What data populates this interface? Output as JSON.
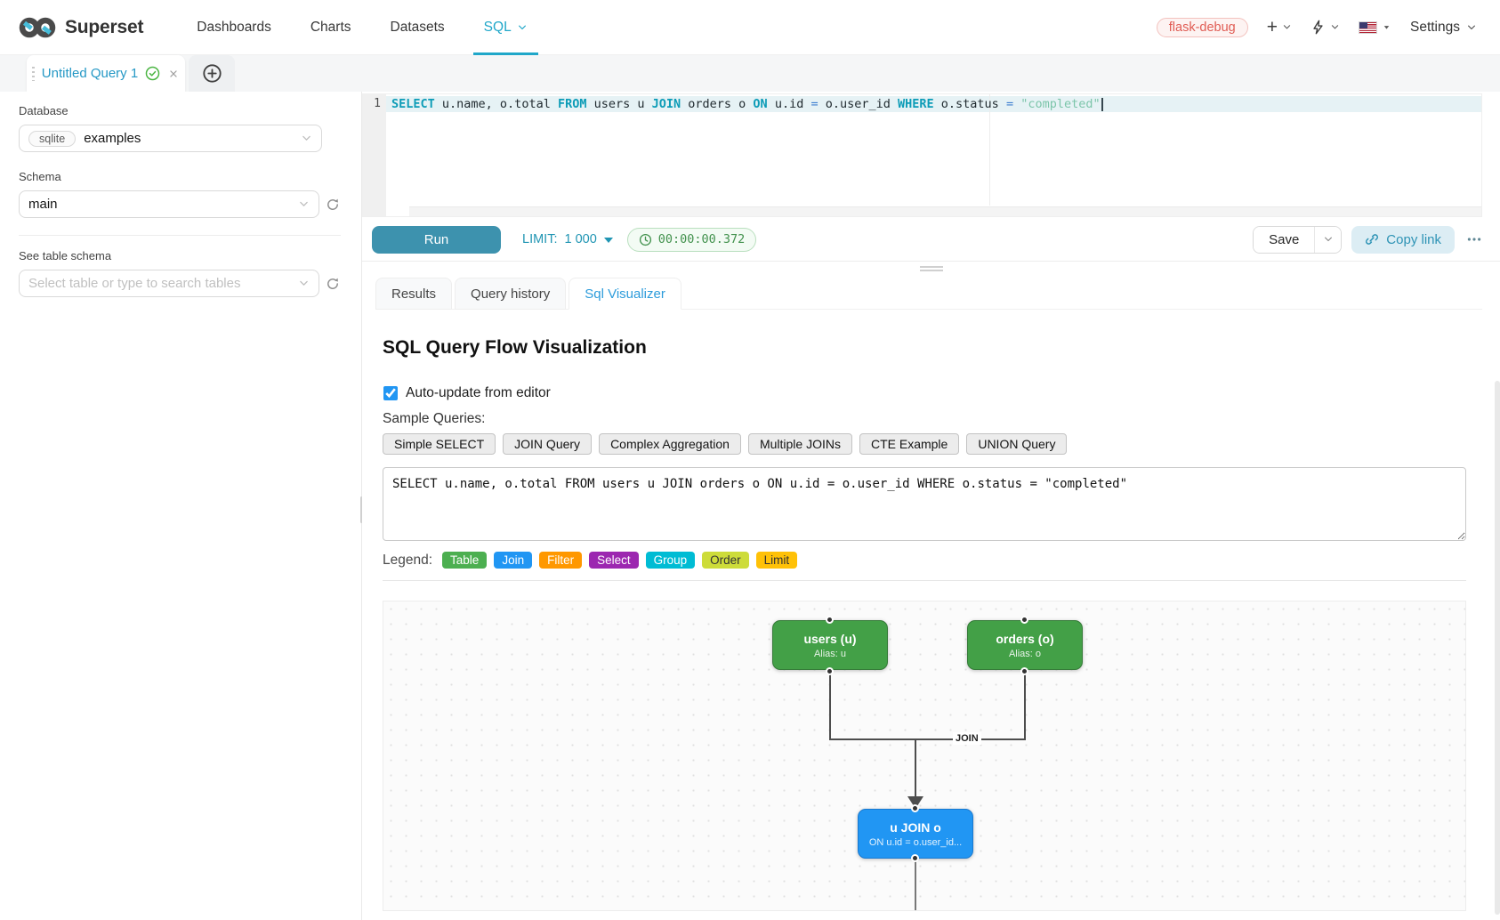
{
  "navbar": {
    "brand": "Superset",
    "items": [
      {
        "label": "Dashboards"
      },
      {
        "label": "Charts"
      },
      {
        "label": "Datasets"
      },
      {
        "label": "SQL",
        "active": true
      }
    ],
    "env_badge": "flask-debug",
    "settings_label": "Settings"
  },
  "query_tabs": {
    "title": "Untitled Query 1"
  },
  "sidebar": {
    "database_label": "Database",
    "database_engine_tag": "sqlite",
    "database_value": "examples",
    "schema_label": "Schema",
    "schema_value": "main",
    "table_section_label": "See table schema",
    "table_placeholder": "Select table or type to search tables"
  },
  "editor": {
    "line_number": "1",
    "tokens": [
      {
        "text": "SELECT",
        "class": "kw"
      },
      {
        "text": " u.name, o.total ",
        "class": "plain"
      },
      {
        "text": "FROM",
        "class": "kw"
      },
      {
        "text": " users u ",
        "class": "plain"
      },
      {
        "text": "JOIN",
        "class": "kw"
      },
      {
        "text": " orders o ",
        "class": "plain"
      },
      {
        "text": "ON",
        "class": "kw"
      },
      {
        "text": " u.id ",
        "class": "plain"
      },
      {
        "text": "=",
        "class": "op"
      },
      {
        "text": " o.user_id ",
        "class": "plain"
      },
      {
        "text": "WHERE",
        "class": "kw"
      },
      {
        "text": " o.status ",
        "class": "plain"
      },
      {
        "text": "=",
        "class": "op"
      },
      {
        "text": " ",
        "class": "plain"
      },
      {
        "text": "\"completed\"",
        "class": "str"
      }
    ]
  },
  "toolbar": {
    "run_label": "Run",
    "limit_label": "LIMIT:",
    "limit_value": "1 000",
    "timer_value": "00:00:00.372",
    "save_label": "Save",
    "copy_link_label": "Copy link"
  },
  "result_tabs": [
    {
      "label": "Results"
    },
    {
      "label": "Query history"
    },
    {
      "label": "Sql Visualizer",
      "active": true
    }
  ],
  "visualizer": {
    "title": "SQL Query Flow Visualization",
    "auto_update_label": "Auto-update from editor",
    "auto_update_checked": true,
    "sample_queries_label": "Sample Queries:",
    "sample_queries": [
      "Simple SELECT",
      "JOIN Query",
      "Complex Aggregation",
      "Multiple JOINs",
      "CTE Example",
      "UNION Query"
    ],
    "query_text": "SELECT u.name, o.total FROM users u JOIN orders o ON u.id = o.user_id WHERE o.status = \"completed\"",
    "legend_label": "Legend:",
    "legend": [
      {
        "label": "Table",
        "color": "#4caf50",
        "text_color": "#ffffff"
      },
      {
        "label": "Join",
        "color": "#2196f3",
        "text_color": "#ffffff"
      },
      {
        "label": "Filter",
        "color": "#ff9800",
        "text_color": "#ffffff"
      },
      {
        "label": "Select",
        "color": "#9c27b0",
        "text_color": "#ffffff"
      },
      {
        "label": "Group",
        "color": "#00bcd4",
        "text_color": "#ffffff"
      },
      {
        "label": "Order",
        "color": "#cddc39",
        "text_color": "#333333"
      },
      {
        "label": "Limit",
        "color": "#ffc107",
        "text_color": "#333333"
      }
    ],
    "flow": {
      "nodes": [
        {
          "title": "users (u)",
          "subtitle": "Alias: u"
        },
        {
          "title": "orders (o)",
          "subtitle": "Alias: o"
        },
        {
          "title": "u JOIN o",
          "subtitle": "ON u.id = o.user_id..."
        }
      ],
      "edge_label": "JOIN"
    },
    "accent_colors": {
      "primary_teal": "#20a7c9",
      "run_button": "#3d92ae",
      "active_tab_blue": "#2d9cdb",
      "node_green": "#43a047",
      "node_blue": "#2196f3"
    }
  }
}
